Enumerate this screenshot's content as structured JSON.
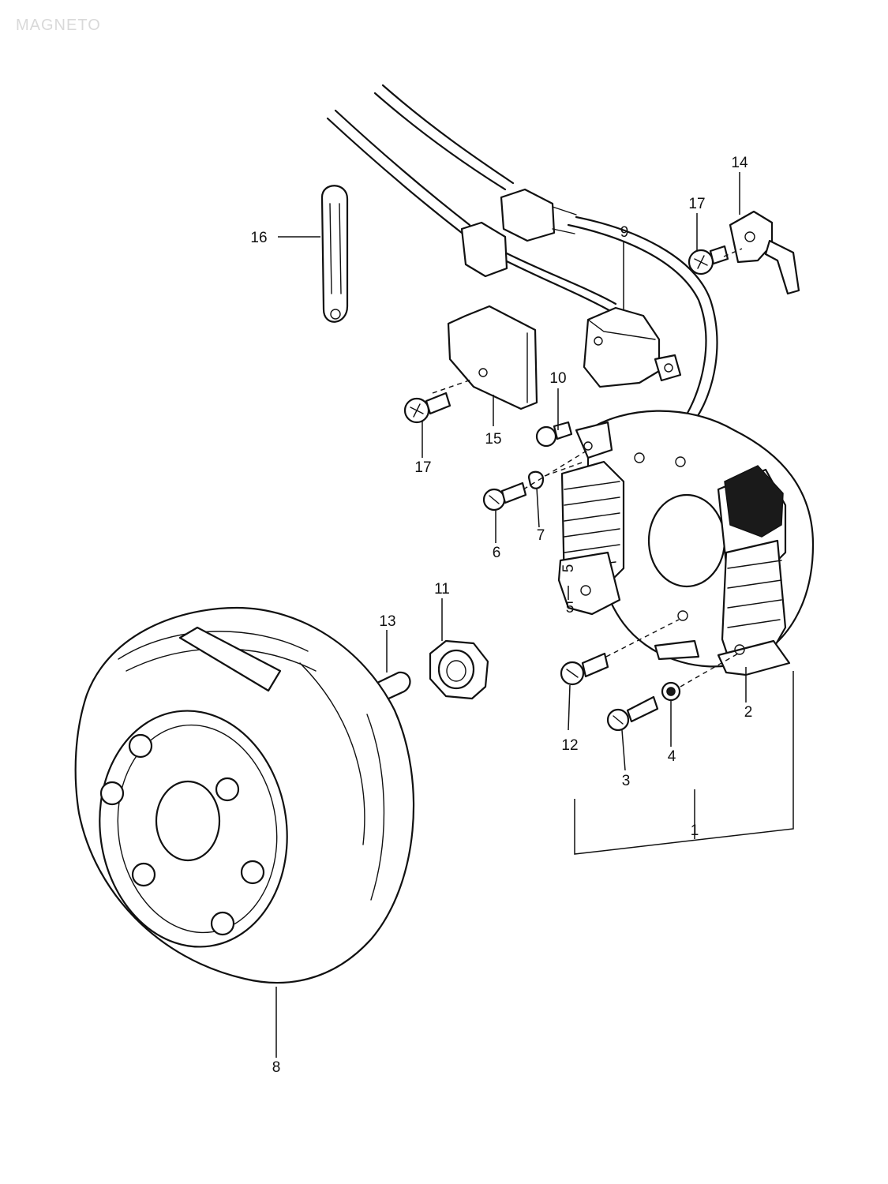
{
  "title": "MAGNETO",
  "callouts": {
    "c1": "1",
    "c2": "2",
    "c3": "3",
    "c4": "4",
    "c5a": "5",
    "c5b": "5",
    "c6": "6",
    "c7": "7",
    "c8": "8",
    "c9": "9",
    "c10": "10",
    "c11": "11",
    "c12": "12",
    "c13": "13",
    "c14": "14",
    "c15": "15",
    "c16": "16",
    "c17a": "17",
    "c17b": "17"
  }
}
